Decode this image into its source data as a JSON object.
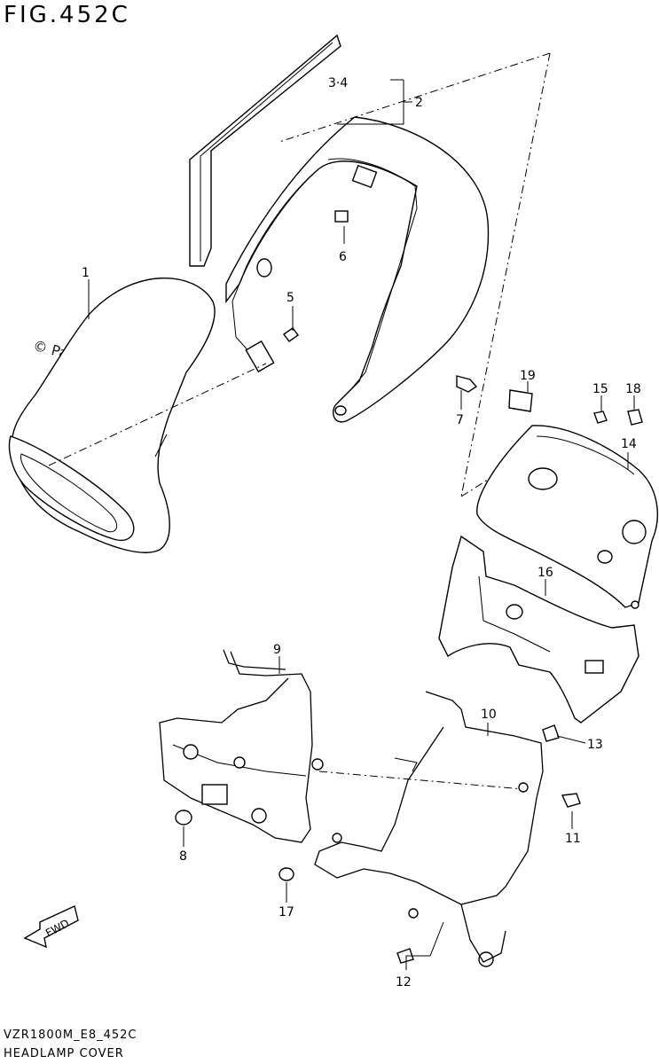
{
  "figure": {
    "title": "FIG.452C",
    "footer_code": "VZR1800M_E8_452C",
    "footer_name": "HEADLAMP COVER",
    "watermark": "© Partzilla.com",
    "fwd_label": "FWD"
  },
  "callouts": [
    {
      "id": "1",
      "label": "1"
    },
    {
      "id": "2",
      "label": "2"
    },
    {
      "id": "3-4",
      "label": "3·4"
    },
    {
      "id": "5",
      "label": "5"
    },
    {
      "id": "6",
      "label": "6"
    },
    {
      "id": "7",
      "label": "7"
    },
    {
      "id": "8",
      "label": "8"
    },
    {
      "id": "9",
      "label": "9"
    },
    {
      "id": "10",
      "label": "10"
    },
    {
      "id": "11",
      "label": "11"
    },
    {
      "id": "12",
      "label": "12"
    },
    {
      "id": "13",
      "label": "13"
    },
    {
      "id": "14",
      "label": "14"
    },
    {
      "id": "15",
      "label": "15"
    },
    {
      "id": "16",
      "label": "16"
    },
    {
      "id": "17",
      "label": "17"
    },
    {
      "id": "18",
      "label": "18"
    },
    {
      "id": "19",
      "label": "19"
    }
  ]
}
